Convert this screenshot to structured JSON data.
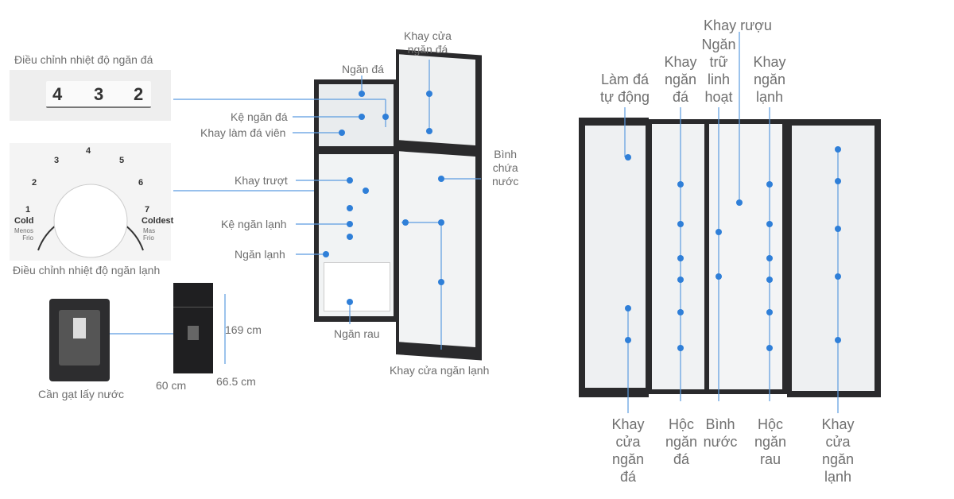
{
  "left_panel": {
    "freezer_control_title": "Điều chỉnh nhiệt độ ngăn đá",
    "freezer_digits": [
      "4",
      "3",
      "2"
    ],
    "fridge_control_title": "Điều chỉnh nhiệt độ ngăn lạnh",
    "dial_numbers": [
      "1",
      "2",
      "3",
      "4",
      "5",
      "6",
      "7"
    ],
    "dial_cold": "Cold",
    "dial_cold_sub": "Menos\nFrio",
    "dial_coldest": "Coldest",
    "dial_coldest_sub": "Mas\nFrio",
    "dispenser_label": "Cần gạt lấy nước",
    "dim_height": "169 cm",
    "dim_width": "60 cm",
    "dim_depth": "66.5 cm"
  },
  "top_mount": {
    "freezer": "Ngăn đá",
    "freezer_door_tray": "Khay cửa\nngăn đá",
    "freezer_shelf": "Kệ ngăn đá",
    "ice_tray": "Khay làm đá viên",
    "sliding_tray": "Khay trượt",
    "water_tank": "Bình\nchứa\nnước",
    "fridge_shelf": "Kệ ngăn lạnh",
    "fridge": "Ngăn lạnh",
    "crisper": "Ngăn rau",
    "fridge_door_tray": "Khay cửa ngăn lạnh"
  },
  "side_by_side": {
    "top": {
      "ice_maker": "Làm đá\ntự động",
      "freezer_shelf": "Khay\nngăn\nđá",
      "flex_storage": "Ngăn\ntrữ\nlinh\nhoạt",
      "wine_rack": "Khay rượu",
      "fridge_shelf": "Khay\nngăn\nlạnh"
    },
    "bottom": {
      "freezer_door_tray": "Khay\ncửa\nngăn\nđá",
      "freezer_drawer": "Hộc\nngăn\nđá",
      "water_tank": "Bình\nnước",
      "crisper_drawer": "Hộc\nngăn\nrau",
      "fridge_door_tray": "Khay\ncửa\nngăn\nlạnh"
    }
  },
  "colors": {
    "line": "#5b9be0",
    "dot": "#2f7fd8",
    "fridge": "#2a2a2c"
  }
}
